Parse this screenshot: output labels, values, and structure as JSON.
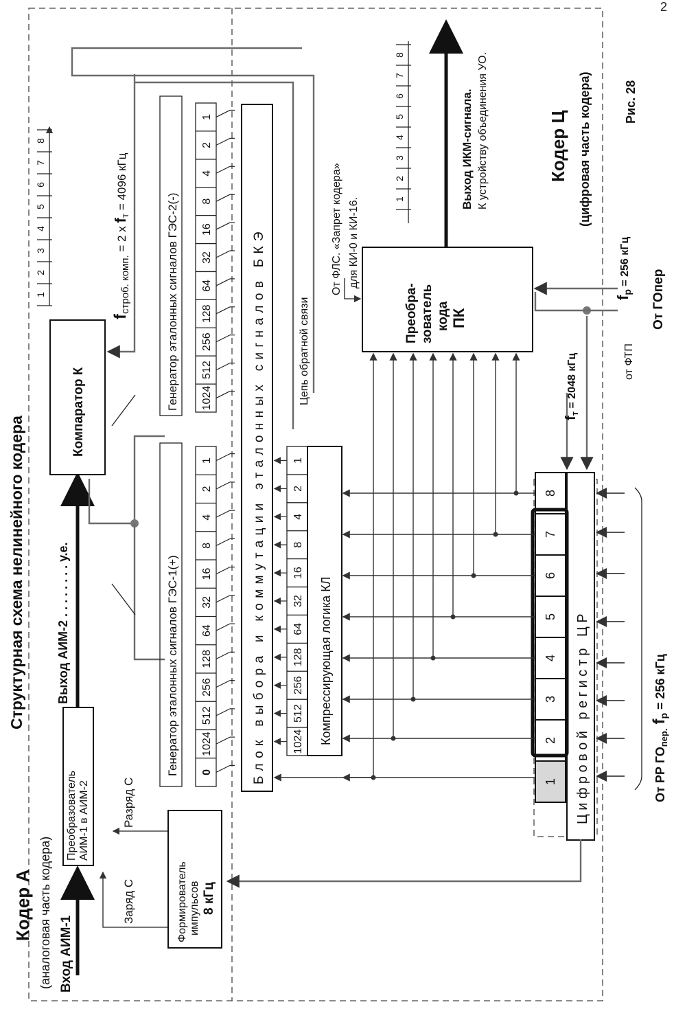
{
  "page_number": "2",
  "figure_label": "Рис. 28",
  "title": "Структурная схема нелинейного кодера",
  "coder_a": {
    "title": "Кодер А",
    "subtitle": "(аналоговая часть кодера)"
  },
  "coder_c": {
    "title": "Кодер Ц",
    "subtitle": "(цифровая часть кодера)"
  },
  "input_label": "Вход АИМ-1",
  "output_aim2": "Выход АИМ-2 . . . . . . . . у.е.",
  "converter_aim": {
    "line1": "Преобразователь",
    "line2": "АИМ-1 в АИМ-2"
  },
  "charge_label": "Заряд С",
  "discharge_label": "Разряд С",
  "pulse_former": {
    "line1": "Формирователь",
    "line2": "импульсов",
    "line3": "8 кГц"
  },
  "comparator": "Компаратор К",
  "strobe": {
    "f": "f",
    "sub": "строб. комп.",
    "rest": " = 2 х ",
    "f2": "f",
    "sub2": "т",
    "value": " = 4096 кГц"
  },
  "ges_pos": {
    "title": "Генератор эталонных сигналов ГЭС-1(+)",
    "cells": [
      "0",
      "1024",
      "512",
      "256",
      "128",
      "64",
      "32",
      "16",
      "8",
      "4",
      "2",
      "1"
    ]
  },
  "ges_neg": {
    "title": "Генератор эталонных сигналов ГЭС-2(-)",
    "cells": [
      "1024",
      "512",
      "256",
      "128",
      "64",
      "32",
      "16",
      "8",
      "4",
      "2",
      "1"
    ]
  },
  "bke": "Блок выбора и коммутации эталонных сигналов БКЭ",
  "kl": {
    "cells": [
      "1024",
      "512",
      "256",
      "128",
      "64",
      "32",
      "16",
      "8",
      "4",
      "2",
      "1"
    ],
    "label": "Компрессирующая логика КЛ"
  },
  "feedback": "Цепь обратной связи",
  "flc": {
    "line1": "От ФЛС. «Запрет кодера»",
    "line2": "для КИ-0 и КИ-16."
  },
  "pk": {
    "line1": "Преобра-",
    "line2": "зователь",
    "line3": "кода",
    "line4": "ПК"
  },
  "ikm_out": {
    "line1": "Выход ИКМ-сигнала.",
    "line2": "К устройству объединения УО."
  },
  "register": {
    "cells": [
      "1",
      "2",
      "3",
      "4",
      "5",
      "6",
      "7",
      "8"
    ],
    "label": "Цифровой регистр ЦР"
  },
  "ft_label": {
    "f": "f",
    "sub": "т",
    "value": " = 2048 кГц"
  },
  "from_ftp": "от ФТП",
  "fp_top": {
    "f": "f",
    "sub": "р",
    "value": " = 256 кГц"
  },
  "from_goper": "От ГОпер",
  "from_rr": {
    "text": "От РР ГО",
    "sub": "пер.",
    "f": "f",
    "fsub": "р",
    "value": " = 256 кГц"
  },
  "timescale_left": [
    "1",
    "2",
    "3",
    "4",
    "5",
    "6",
    "7",
    "8"
  ],
  "timescale_right": [
    "1",
    "2",
    "3",
    "4",
    "5",
    "6",
    "7",
    "8"
  ]
}
